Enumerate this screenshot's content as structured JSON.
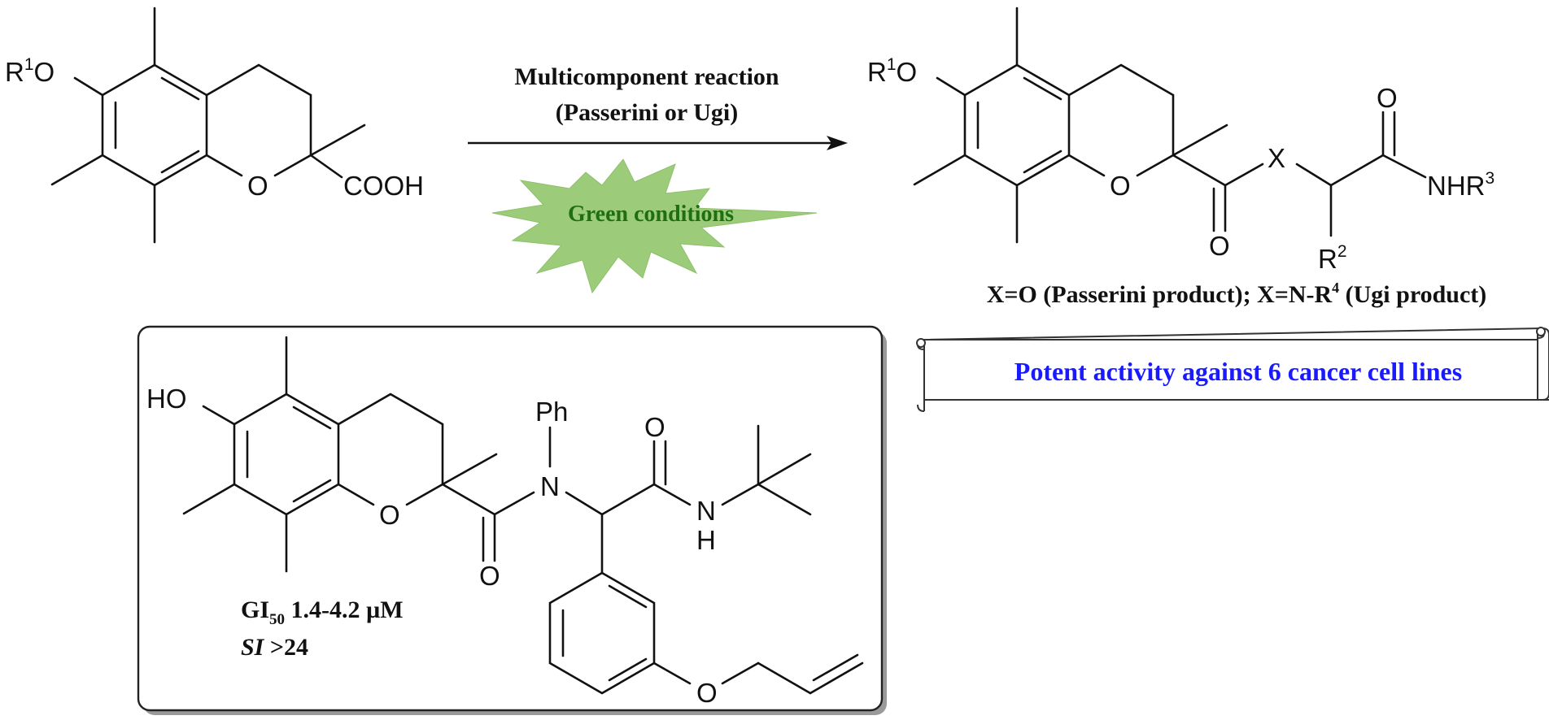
{
  "figure": {
    "type": "reaction-scheme",
    "colors": {
      "ink": "#111111",
      "burst_fill": "#9ccc7a",
      "burst_text": "#1f6e12",
      "activity_text": "#1a1aff",
      "box_shadow": "#9a9a9a"
    }
  },
  "reactant": {
    "label_r1o": "R",
    "label_r1o_sup": "1",
    "label_r1o_tail": "O",
    "ring_o": "O",
    "acid": "COOH"
  },
  "arrow": {
    "line1": "Multicomponent reaction",
    "line2": "(Passerini or Ugi)",
    "burst_label": "Green conditions"
  },
  "product": {
    "label_r1o": "R",
    "label_r1o_sup": "1",
    "label_r1o_tail": "O",
    "ring_o": "O",
    "x": "X",
    "carbonyl_o1": "O",
    "carbonyl_o2": "O",
    "nhr3": "NHR",
    "nhr3_sup": "3",
    "r2": "R",
    "r2_sup": "2",
    "caption_part1": "X=O (Passerini product); X=N-R",
    "caption_sup": "4",
    "caption_part2": " (Ugi product)"
  },
  "activity_banner": {
    "text": "Potent activity against 6 cancer cell lines"
  },
  "highlight_compound": {
    "ho": "HO",
    "ring_o": "O",
    "ph": "Ph",
    "n_amide": "N",
    "carbonyl_o1": "O",
    "carbonyl_o2": "O",
    "nh_n": "N",
    "nh_h": "H",
    "ether_o": "O",
    "gi50_label": "GI",
    "gi50_sub": "50",
    "gi50_value": " 1.4-4.2 µM",
    "si_label": "SI",
    "si_value": " >24"
  }
}
